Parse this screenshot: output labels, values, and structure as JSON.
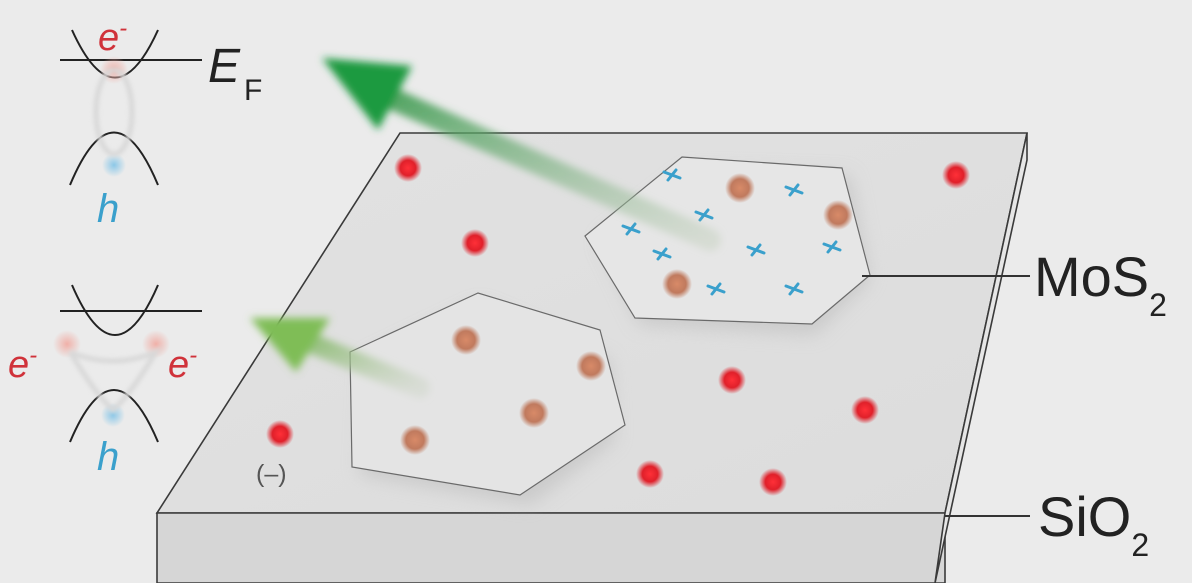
{
  "labels": {
    "fermi_E": "E",
    "fermi_sub": "F",
    "electron": "e",
    "electron_sup": "-",
    "hole": "h",
    "mos2_main": "MoS",
    "mos2_sub": "2",
    "sio2_main": "SiO",
    "sio2_sub": "2",
    "charge": "(–)"
  },
  "colors": {
    "background": "#ebebeb",
    "electron": "#d0323a",
    "hole": "#3aa0cc",
    "charge_impurity": "#e0202a",
    "flake_particle": "#c87a5a",
    "defect_cross": "#3aa0cc",
    "arrow_upper": "#1f9a3f",
    "arrow_lower": "#76b84e",
    "outline": "#333333"
  },
  "icons": {
    "defect": "blue-cross-icon",
    "impurity": "red-dot-icon",
    "particle": "brown-dot-icon"
  }
}
